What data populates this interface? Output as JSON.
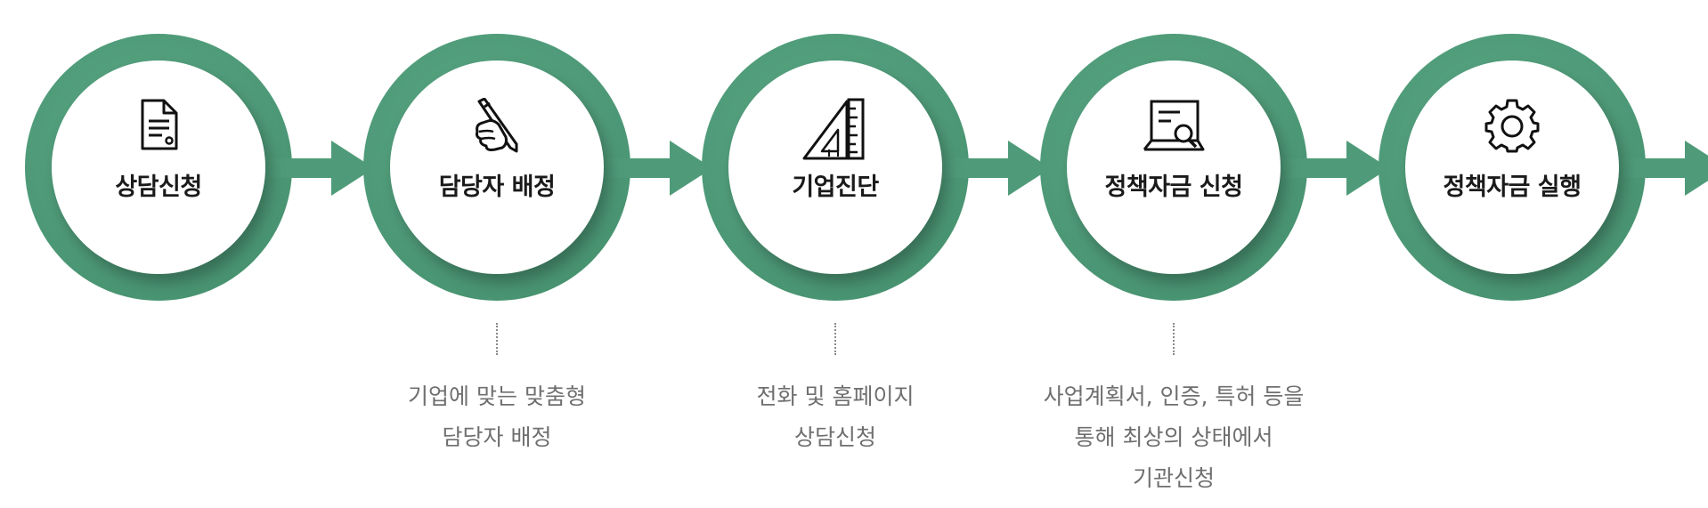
{
  "steps": [
    {
      "label": "상담신청",
      "icon": "document-icon"
    },
    {
      "label": "담당자 배정",
      "icon": "pen-in-hand-icon"
    },
    {
      "label": "기업진단",
      "icon": "ruler-triangle-icon"
    },
    {
      "label": "정책자금 신청",
      "icon": "inspection-monitor-icon"
    },
    {
      "label": "정책자금 실행",
      "icon": "gear-icon"
    }
  ],
  "notes": {
    "step2": "기업에 맞는 맞춤형\n담당자 배정",
    "step3": "전화 및 홈페이지\n상담신청",
    "step4": "사업계획서, 인증, 특허 등을\n통해 최상의 상태에서\n기관신청"
  },
  "colors": {
    "ring": "#4f9b79",
    "arrow": "#4f9b79",
    "label": "#1a1a1a",
    "note": "#6f6f6f"
  }
}
